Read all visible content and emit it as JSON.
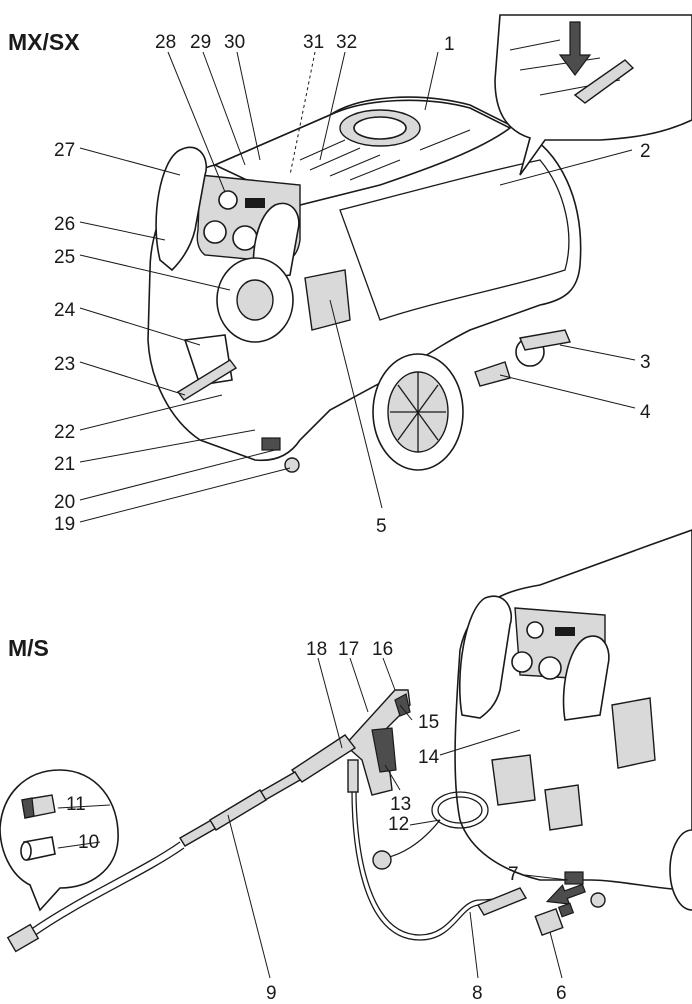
{
  "sections": {
    "top_title": "MX/SX",
    "bottom_title": "M/S"
  },
  "callouts": [
    "1",
    "2",
    "3",
    "4",
    "5",
    "6",
    "7",
    "8",
    "9",
    "10",
    "11",
    "12",
    "13",
    "14",
    "15",
    "16",
    "17",
    "18",
    "19",
    "20",
    "21",
    "22",
    "23",
    "24",
    "25",
    "26",
    "27",
    "28",
    "29",
    "30",
    "31",
    "32"
  ],
  "colors": {
    "line": "#1a1a1a",
    "shade": "#d9d9d9",
    "dark": "#4d4d4d"
  },
  "icons": {
    "detail_arrow": "arrow-down-icon",
    "connect_arrow": "arrow-right-icon"
  }
}
